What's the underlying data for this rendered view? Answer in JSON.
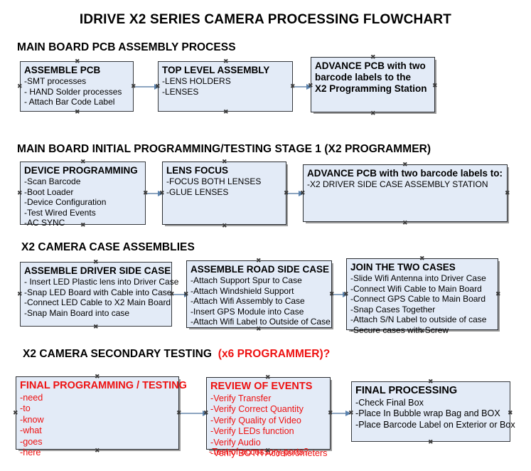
{
  "document": {
    "title": "IDRIVE X2  SERIES CAMERA PROCESSING FLOWCHART"
  },
  "colors": {
    "box_fill": "#e3ebf7",
    "box_border": "#36393d",
    "text": "#000000",
    "accent_red": "#ee1111",
    "connector": "#8da5c0",
    "arrow_head": "#5b83ae"
  },
  "sections": [
    {
      "id": "main-board-pcb-assembly-process",
      "title": "MAIN BOARD PCB ASSEMBLY PROCESS",
      "title_accent": "",
      "boxes": [
        {
          "id": "assemble-pcb",
          "header": "ASSEMBLE PCB",
          "lines": [
            "-SMT processes",
            "- HAND Solder processes",
            "- Attach Bar Code Label"
          ]
        },
        {
          "id": "top-level-assembly",
          "header": "TOP LEVEL ASSEMBLY",
          "lines": [
            "-LENS HOLDERS",
            "-LENSES"
          ]
        },
        {
          "id": "advance-pcb-to-x2-programming-station",
          "header": "ADVANCE PCB with two",
          "lines": [
            "barcode labels to the",
            " X2 Programming Station"
          ]
        }
      ]
    },
    {
      "id": "main-board-initial-programming-testing-stage-1",
      "title": "MAIN BOARD INITIAL PROGRAMMING/TESTING STAGE 1 (X2 PROGRAMMER)",
      "title_accent": "",
      "boxes": [
        {
          "id": "device-programming",
          "header": "DEVICE PROGRAMMING",
          "lines": [
            "-Scan Barcode",
            "-Boot Loader",
            "-Device Configuration",
            "-Test Wired Events",
            "-AC SYNC"
          ]
        },
        {
          "id": "lens-focus",
          "header": "LENS FOCUS",
          "lines": [
            "-FOCUS BOTH LENSES",
            "-GLUE LENSES"
          ]
        },
        {
          "id": "advance-pcb-to-driver-side-case-assembly",
          "header": "ADVANCE PCB with two barcode labels to:",
          "lines": [
            "-X2 DRIVER  SIDE  CASE  ASSEMBLY STATION"
          ]
        }
      ]
    },
    {
      "id": "x2-camera-case-assemblies",
      "title": "X2 CAMERA CASE ASSEMBLIES",
      "title_accent": "",
      "boxes": [
        {
          "id": "assemble-driver-side-case",
          "header": "ASSEMBLE DRIVER SIDE CASE",
          "lines": [
            "- Insert LED Plastic lens into Driver Case",
            "-Snap LED Board with Cable into Case",
            "-Connect LED Cable to X2 Main Board",
            "-Snap Main Board into case"
          ]
        },
        {
          "id": "assemble-road-side-case",
          "header": "ASSEMBLE ROAD SIDE CASE",
          "lines": [
            "-Attach Support Spur to Case",
            "-Attach Windshield Support",
            "-Attach Wifi Assembly to Case",
            "-Insert GPS Module into Case",
            "-Attach Wifi Label to Outside of Case"
          ]
        },
        {
          "id": "join-the-two-cases",
          "header": "JOIN THE TWO CASES",
          "lines": [
            "-Slide Wifi Antenna into Driver Case",
            "-Connect Wifi Cable to Main Board",
            "-Connect GPS Cable to Main Board",
            "-Snap Cases Together",
            "-Attach S/N Label to outside of case",
            "-Secure cases with Screw"
          ]
        }
      ]
    },
    {
      "id": "x2-camera-secondary-testing",
      "title": "X2 CAMERA SECONDARY TESTING",
      "title_accent": "(x6 PROGRAMMER)?",
      "boxes": [
        {
          "id": "final-programming-testing",
          "header": "FINAL PROGRAMMING / TESTING",
          "lines": [
            "-need",
            "-to",
            "-know",
            "-what",
            "-goes",
            "-here"
          ]
        },
        {
          "id": "review-of-events",
          "header": "REVIEW OF EVENTS",
          "lines": [
            "-Verify Transfer",
            "-Verify Correct Quantity",
            "-Verify Quality of Video",
            "-Verify LEDs function",
            "-Verify Audio",
            "-Verify BOTH Accelerometers"
          ],
          "overflow_line": "-Test of accessory ports?"
        },
        {
          "id": "final-processing",
          "header": "FINAL PROCESSING",
          "lines": [
            " -Check Final Box",
            "-Place In Bubble wrap Bag and BOX",
            "-Place Barcode Label on Exterior or Box"
          ]
        }
      ]
    }
  ]
}
